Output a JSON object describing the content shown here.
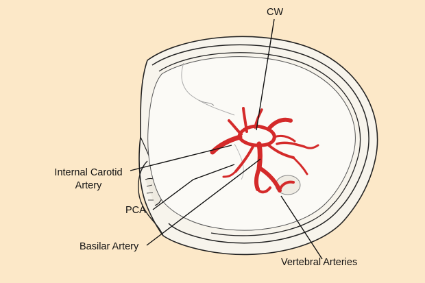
{
  "labels": {
    "cw": "CW",
    "internal_carotid_line1": "Internal Carotid",
    "internal_carotid_line2": "Artery",
    "pca": "PCA",
    "basilar": "Basilar Artery",
    "vertebral": "Vertebral Arteries"
  },
  "colors": {
    "background": "#fce8c8",
    "bone": "#f7f4ec",
    "bone_shadow": "#d9d6cc",
    "artery": "#d42a2a",
    "outline": "#222222"
  }
}
